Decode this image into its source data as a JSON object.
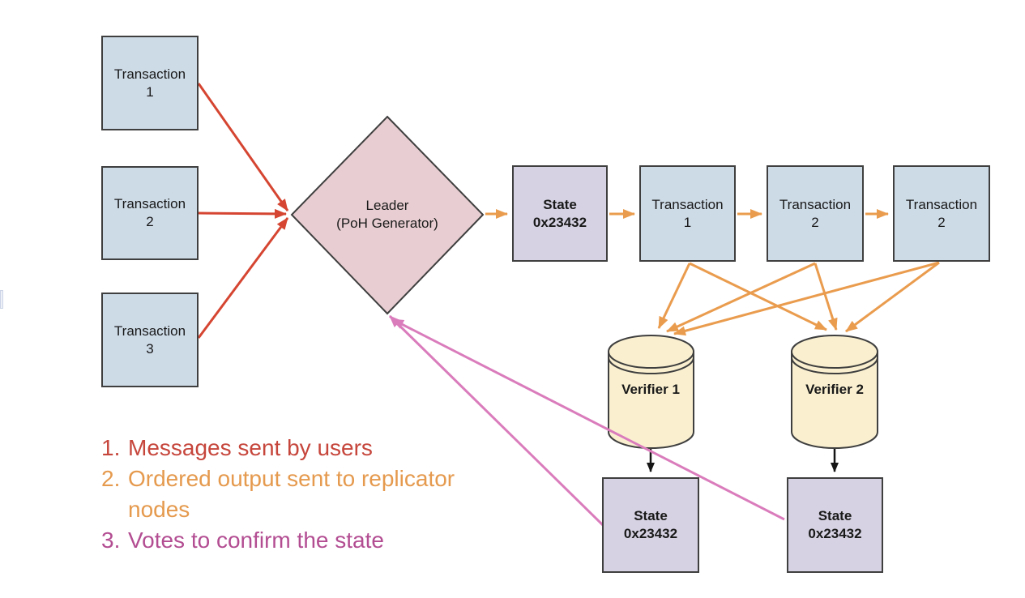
{
  "colors": {
    "transaction_fill": "#cddbe7",
    "leader_fill": "#e8ced2",
    "state_fill": "#d6d2e3",
    "verifier_fill": "#faf0d0",
    "node_border": "#3f3f3f",
    "arrow_red": "#d54531",
    "arrow_orange": "#ea9c4e",
    "arrow_pink": "#da7cbc",
    "arrow_black": "#151515"
  },
  "nodes": {
    "user_transactions": [
      {
        "line1": "Transaction",
        "line2": "1"
      },
      {
        "line1": "Transaction",
        "line2": "2"
      },
      {
        "line1": "Transaction",
        "line2": "3"
      }
    ],
    "leader": {
      "line1": "Leader",
      "line2": "(PoH Generator)"
    },
    "leader_state": {
      "line1": "State",
      "line2": "0x23432"
    },
    "ordered_transactions": [
      {
        "line1": "Transaction",
        "line2": "1"
      },
      {
        "line1": "Transaction",
        "line2": "2"
      },
      {
        "line1": "Transaction",
        "line2": "2"
      }
    ],
    "verifiers": [
      {
        "label": "Verifier 1"
      },
      {
        "label": "Verifier 2"
      }
    ],
    "verifier_states": [
      {
        "line1": "State",
        "line2": "0x23432"
      },
      {
        "line1": "State",
        "line2": "0x23432"
      }
    ]
  },
  "legend": {
    "items": [
      {
        "number": "1.",
        "text": "Messages sent by users",
        "color": "#c6463c"
      },
      {
        "number": "2.",
        "text": "Ordered output sent to replicator nodes",
        "color": "#e59a4e"
      },
      {
        "number": "3.",
        "text": "Votes to confirm the state",
        "color": "#b34d92"
      }
    ]
  }
}
